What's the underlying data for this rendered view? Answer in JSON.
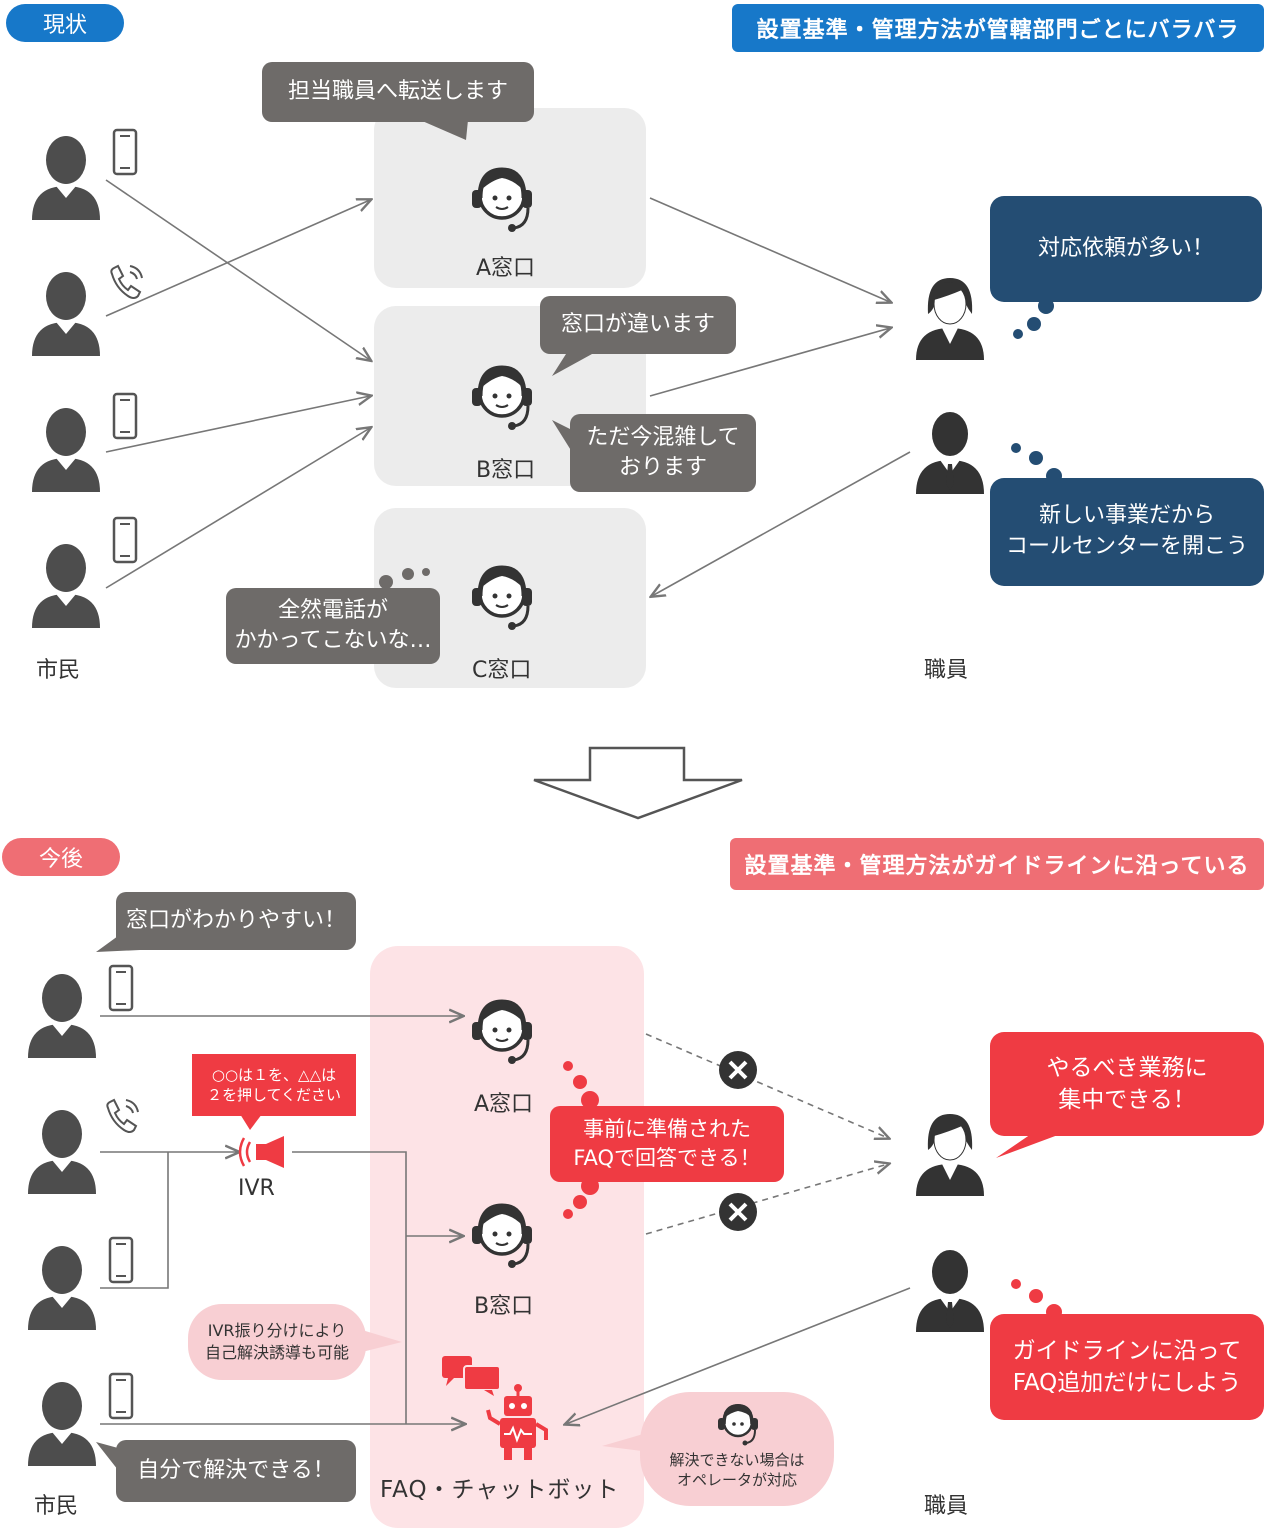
{
  "colors": {
    "current": "#1778c9",
    "future": "#ef6e74",
    "navy": "#244d73",
    "red": "#ef3b43",
    "gray_bubble": "#6e6b69",
    "box": "#ececec",
    "pink_area": "#fde3e6"
  },
  "top": {
    "tag": "現状",
    "banner": "設置基準・管理方法が管轄部門ごとにバラバラ",
    "bubble_transfer": "担当職員へ転送します",
    "bubble_wrong": "窓口が違います",
    "bubble_busy": "ただ今混雑して\nおります",
    "bubble_nocalls": "全然電話が\nかかってこないな…",
    "window_a": "A窓口",
    "window_b": "B窓口",
    "window_c": "C窓口",
    "citizen_label": "市民",
    "staff_label": "職員",
    "staff_bubble1": "対応依頼が多い！",
    "staff_bubble2": "新しい事業だから\nコールセンターを開こう"
  },
  "bottom": {
    "tag": "今後",
    "banner": "設置基準・管理方法がガイドラインに沿っている",
    "bubble_easy": "窓口がわかりやすい！",
    "ivr_prompt": "○○は１を、△△は\n２を押してください",
    "ivr_label": "IVR",
    "window_a": "A窓口",
    "window_b": "B窓口",
    "faq_bubble": "事前に準備された\nFAQで回答できる！",
    "ivr_note": "IVR振り分けにより\n自己解決誘導も可能",
    "self_solve": "自分で解決できる！",
    "faq_label": "FAQ・チャットボット",
    "operator_note": "解決できない場合は\nオペレータが対応",
    "citizen_label": "市民",
    "staff_label": "職員",
    "staff_bubble1": "やるべき業務に\n集中できる！",
    "staff_bubble2": "ガイドラインに沿って\nFAQ追加だけにしよう"
  },
  "icons": [
    "person-icon",
    "smartphone-icon",
    "phone-ringing-icon",
    "operator-icon",
    "staff-woman-icon",
    "staff-man-icon",
    "speaker-icon",
    "chat-bubbles-icon",
    "robot-icon",
    "cross-icon",
    "down-arrow-icon"
  ]
}
